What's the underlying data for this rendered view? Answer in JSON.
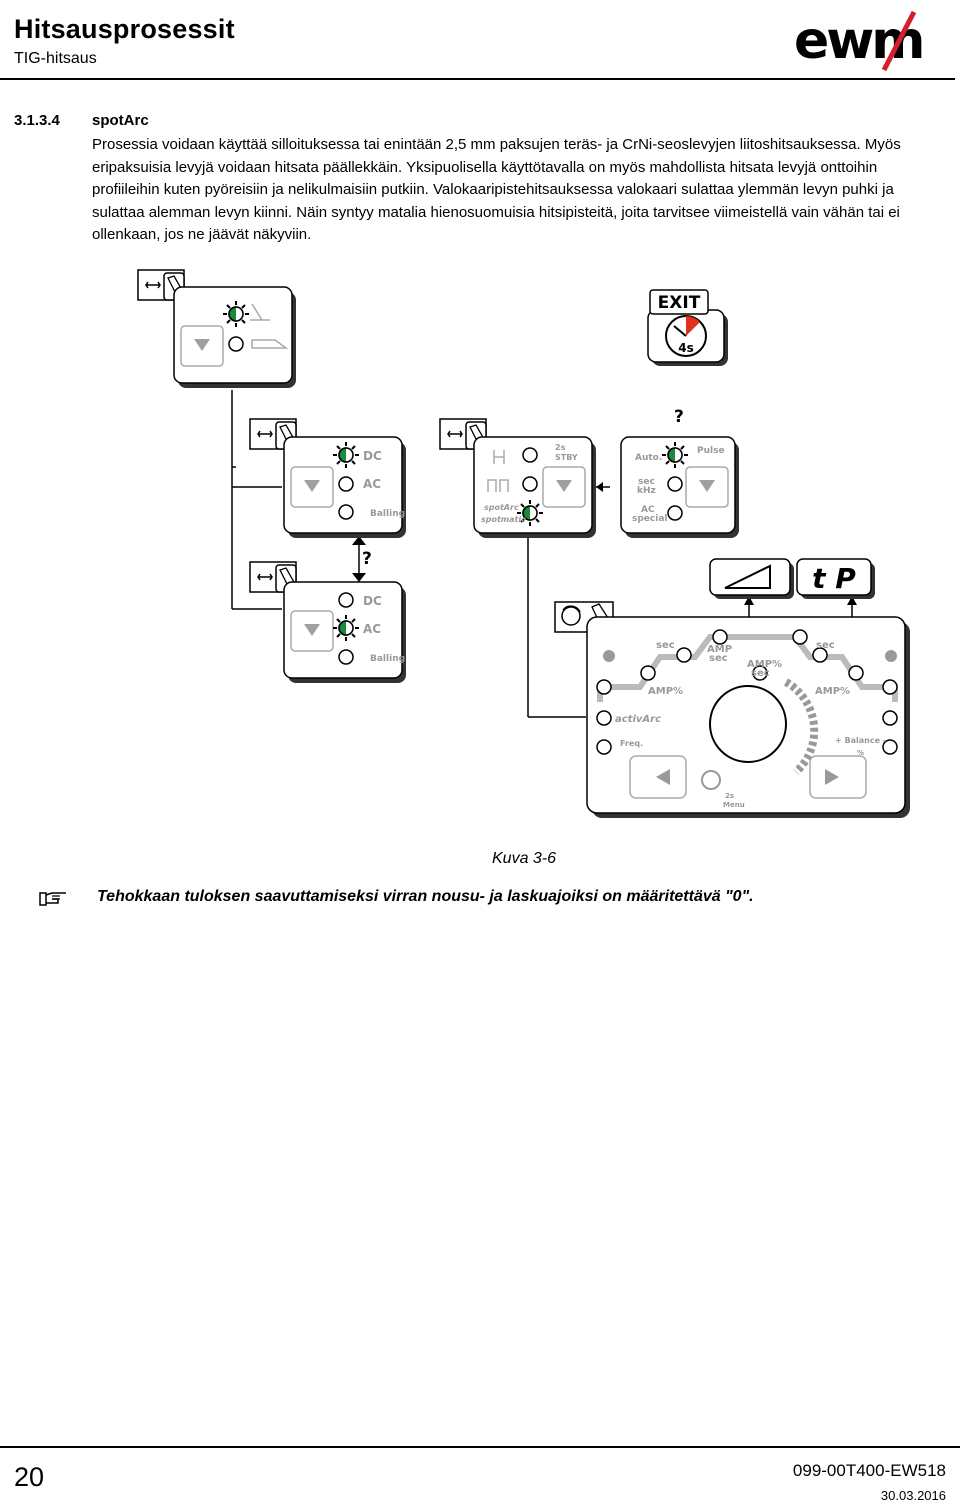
{
  "header": {
    "title": "Hitsausprosessit",
    "subtitle": "TIG-hitsaus",
    "logo_text": "ewm"
  },
  "section": {
    "number": "3.1.3.4",
    "title": "spotArc",
    "body": "Prosessia voidaan käyttää silloituksessa tai enintään 2,5 mm paksujen teräs- ja CrNi-seoslevyjen liitoshitsauksessa. Myös eripaksuisia levyjä voidaan hitsata päällekkäin. Yksipuolisella käyttötavalla on myös mahdollista hitsata levyjä onttoihin profiileihin kuten pyöreisiin ja nelikulmaisiin putkiin. Valokaaripistehitsauksessa valokaari sulattaa ylemmän levyn puhki ja sulattaa alemman levyn kiinni. Näin syntyy matalia hienosuomuisia hitsipisteitä, joita tarvitsee viimeistellä vain vähän tai ei ollenkaan, jos ne jäävät näkyviin."
  },
  "figure": {
    "exit_label": "EXIT",
    "exit_time": "4s",
    "question_mark": "?",
    "dc_label": "DC",
    "ac_label": "AC",
    "balling_label": "Balling",
    "stby_top": "2s",
    "stby_label": "STBY",
    "spotarc_label": "spotArc",
    "spotmatic_label": "spotmatic",
    "auto_label": "Auto.",
    "pulse_label": "Pulse",
    "sec_label": "sec",
    "khz_label": "kHz",
    "ac_special_1": "AC",
    "ac_special_2": "special",
    "display_text": "t P",
    "amp_label": "AMP",
    "amp_pct_label": "AMP%",
    "activarc_label": "activArc",
    "freq_label": "Freq.",
    "balance_label": "+ Balance -",
    "pct_label": "%",
    "menu_top": "2s",
    "menu_label": "Menu",
    "caption": "Kuva 3-6"
  },
  "note": {
    "icon": "pointing-hand-icon",
    "text": "Tehokkaan tuloksen saavuttamiseksi virran nousu- ja laskuajoiksi on määritettävä \"0\"."
  },
  "footer": {
    "page_number": "20",
    "doc_number": "099-00T400-EW518",
    "date": "30.03.2016"
  },
  "colors": {
    "led_green": "#1a8a3c",
    "exit_red": "#e0301e",
    "panel_shadow": "#222222",
    "panel_gray": "#a0a0a0"
  }
}
